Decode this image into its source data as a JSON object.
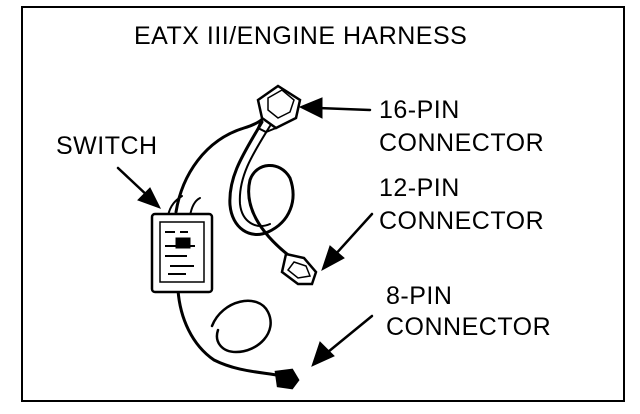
{
  "title": "EATX III/ENGINE HARNESS",
  "labels": {
    "switch": "SWITCH",
    "pin16_line1": "16-PIN",
    "pin16_line2": "CONNECTOR",
    "pin12_line1": "12-PIN",
    "pin12_line2": "CONNECTOR",
    "pin8_line1": "8-PIN",
    "pin8_line2": "CONNECTOR"
  },
  "colors": {
    "ink": "#000000",
    "paper": "#ffffff"
  }
}
